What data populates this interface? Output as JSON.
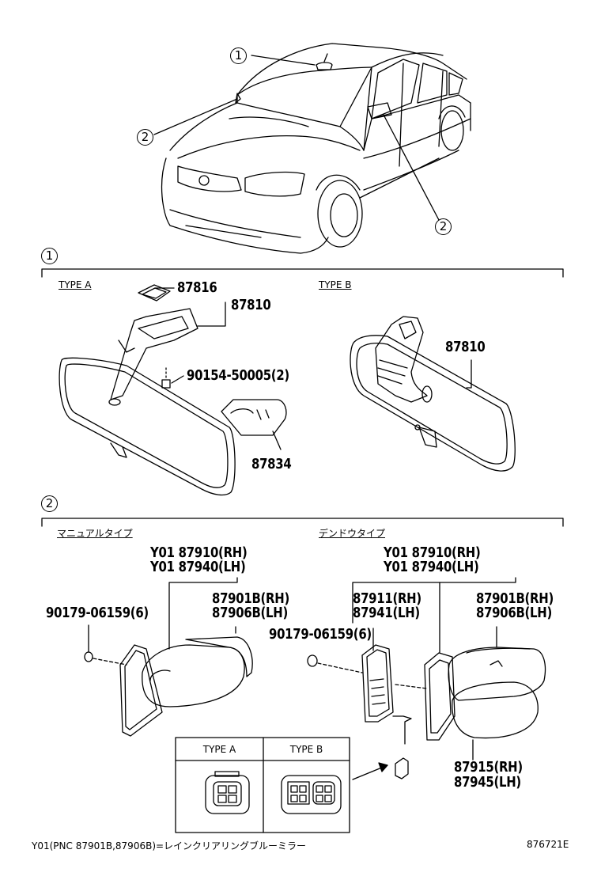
{
  "callouts": {
    "ref1": "1",
    "ref2": "2"
  },
  "section1": {
    "type_a_label": "TYPE A",
    "type_b_label": "TYPE B",
    "part_87816": "87816",
    "part_87810_a": "87810",
    "part_90154": "90154-50005(2)",
    "part_87834": "87834",
    "part_87810_b": "87810"
  },
  "section2": {
    "manual_label": "マニュアルタイプ",
    "power_label": "デンドウタイプ",
    "manual": {
      "assy_rh": "Y01 87910(RH)",
      "assy_lh": "Y01 87940(LH)",
      "mirror_rh": "87901B(RH)",
      "mirror_lh": "87906B(LH)",
      "screw": "90179-06159(6)"
    },
    "power": {
      "assy_rh": "Y01 87910(RH)",
      "assy_lh": "Y01 87940(LH)",
      "cover_rh": "87911(RH)",
      "cover_lh": "87941(LH)",
      "mirror_rh": "87901B(RH)",
      "mirror_lh": "87906B(LH)",
      "screw": "90179-06159(6)",
      "outer_rh": "87915(RH)",
      "outer_lh": "87945(LH)"
    },
    "inset": {
      "type_a": "TYPE A",
      "type_b": "TYPE B"
    }
  },
  "footer": {
    "note": "Y01(PNC 87901B,87906B)=レインクリアリングブルーミラー",
    "code": "876721E"
  }
}
